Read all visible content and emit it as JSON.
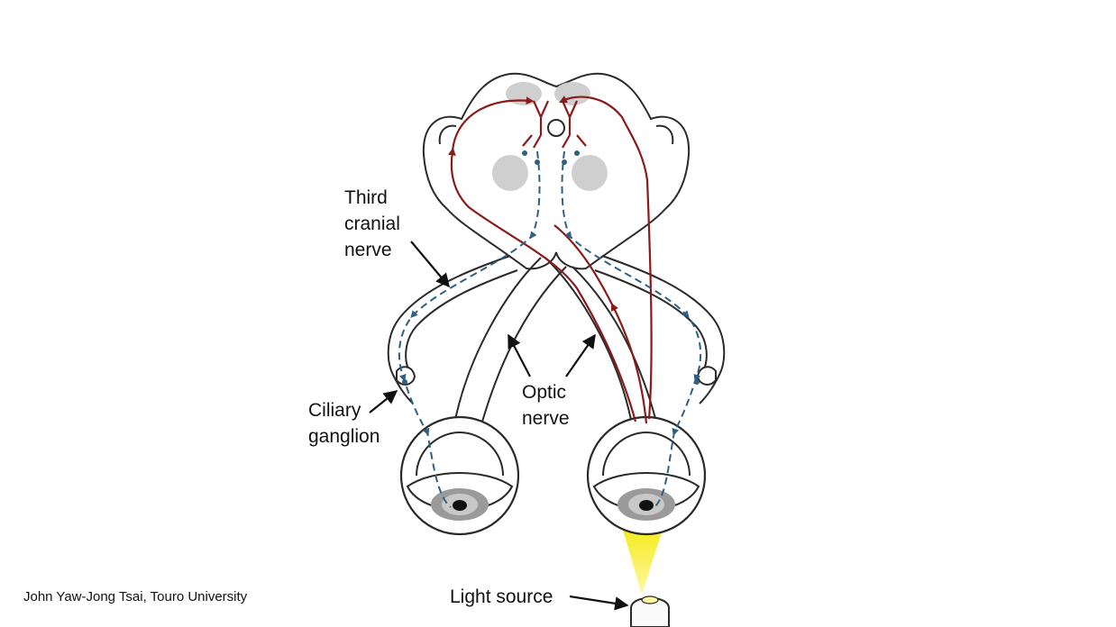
{
  "labels": {
    "third_cranial_nerve": [
      "Third",
      "cranial",
      "nerve"
    ],
    "ciliary_ganglion": [
      "Ciliary",
      "ganglion"
    ],
    "optic_nerve": [
      "Optic",
      "nerve"
    ],
    "light_source": "Light source"
  },
  "credit": "John Yaw-Jong Tsai, Touro University",
  "colors": {
    "outline": "#2a2a2a",
    "afferent_pathway": "#8b1a1a",
    "efferent_pathway": "#2f6080",
    "nucleus_gray": "#cfcfcf",
    "light_beam": "#f4e800"
  },
  "icons": [
    "arrow-icon",
    "eyeball-icon",
    "light-source-icon"
  ]
}
